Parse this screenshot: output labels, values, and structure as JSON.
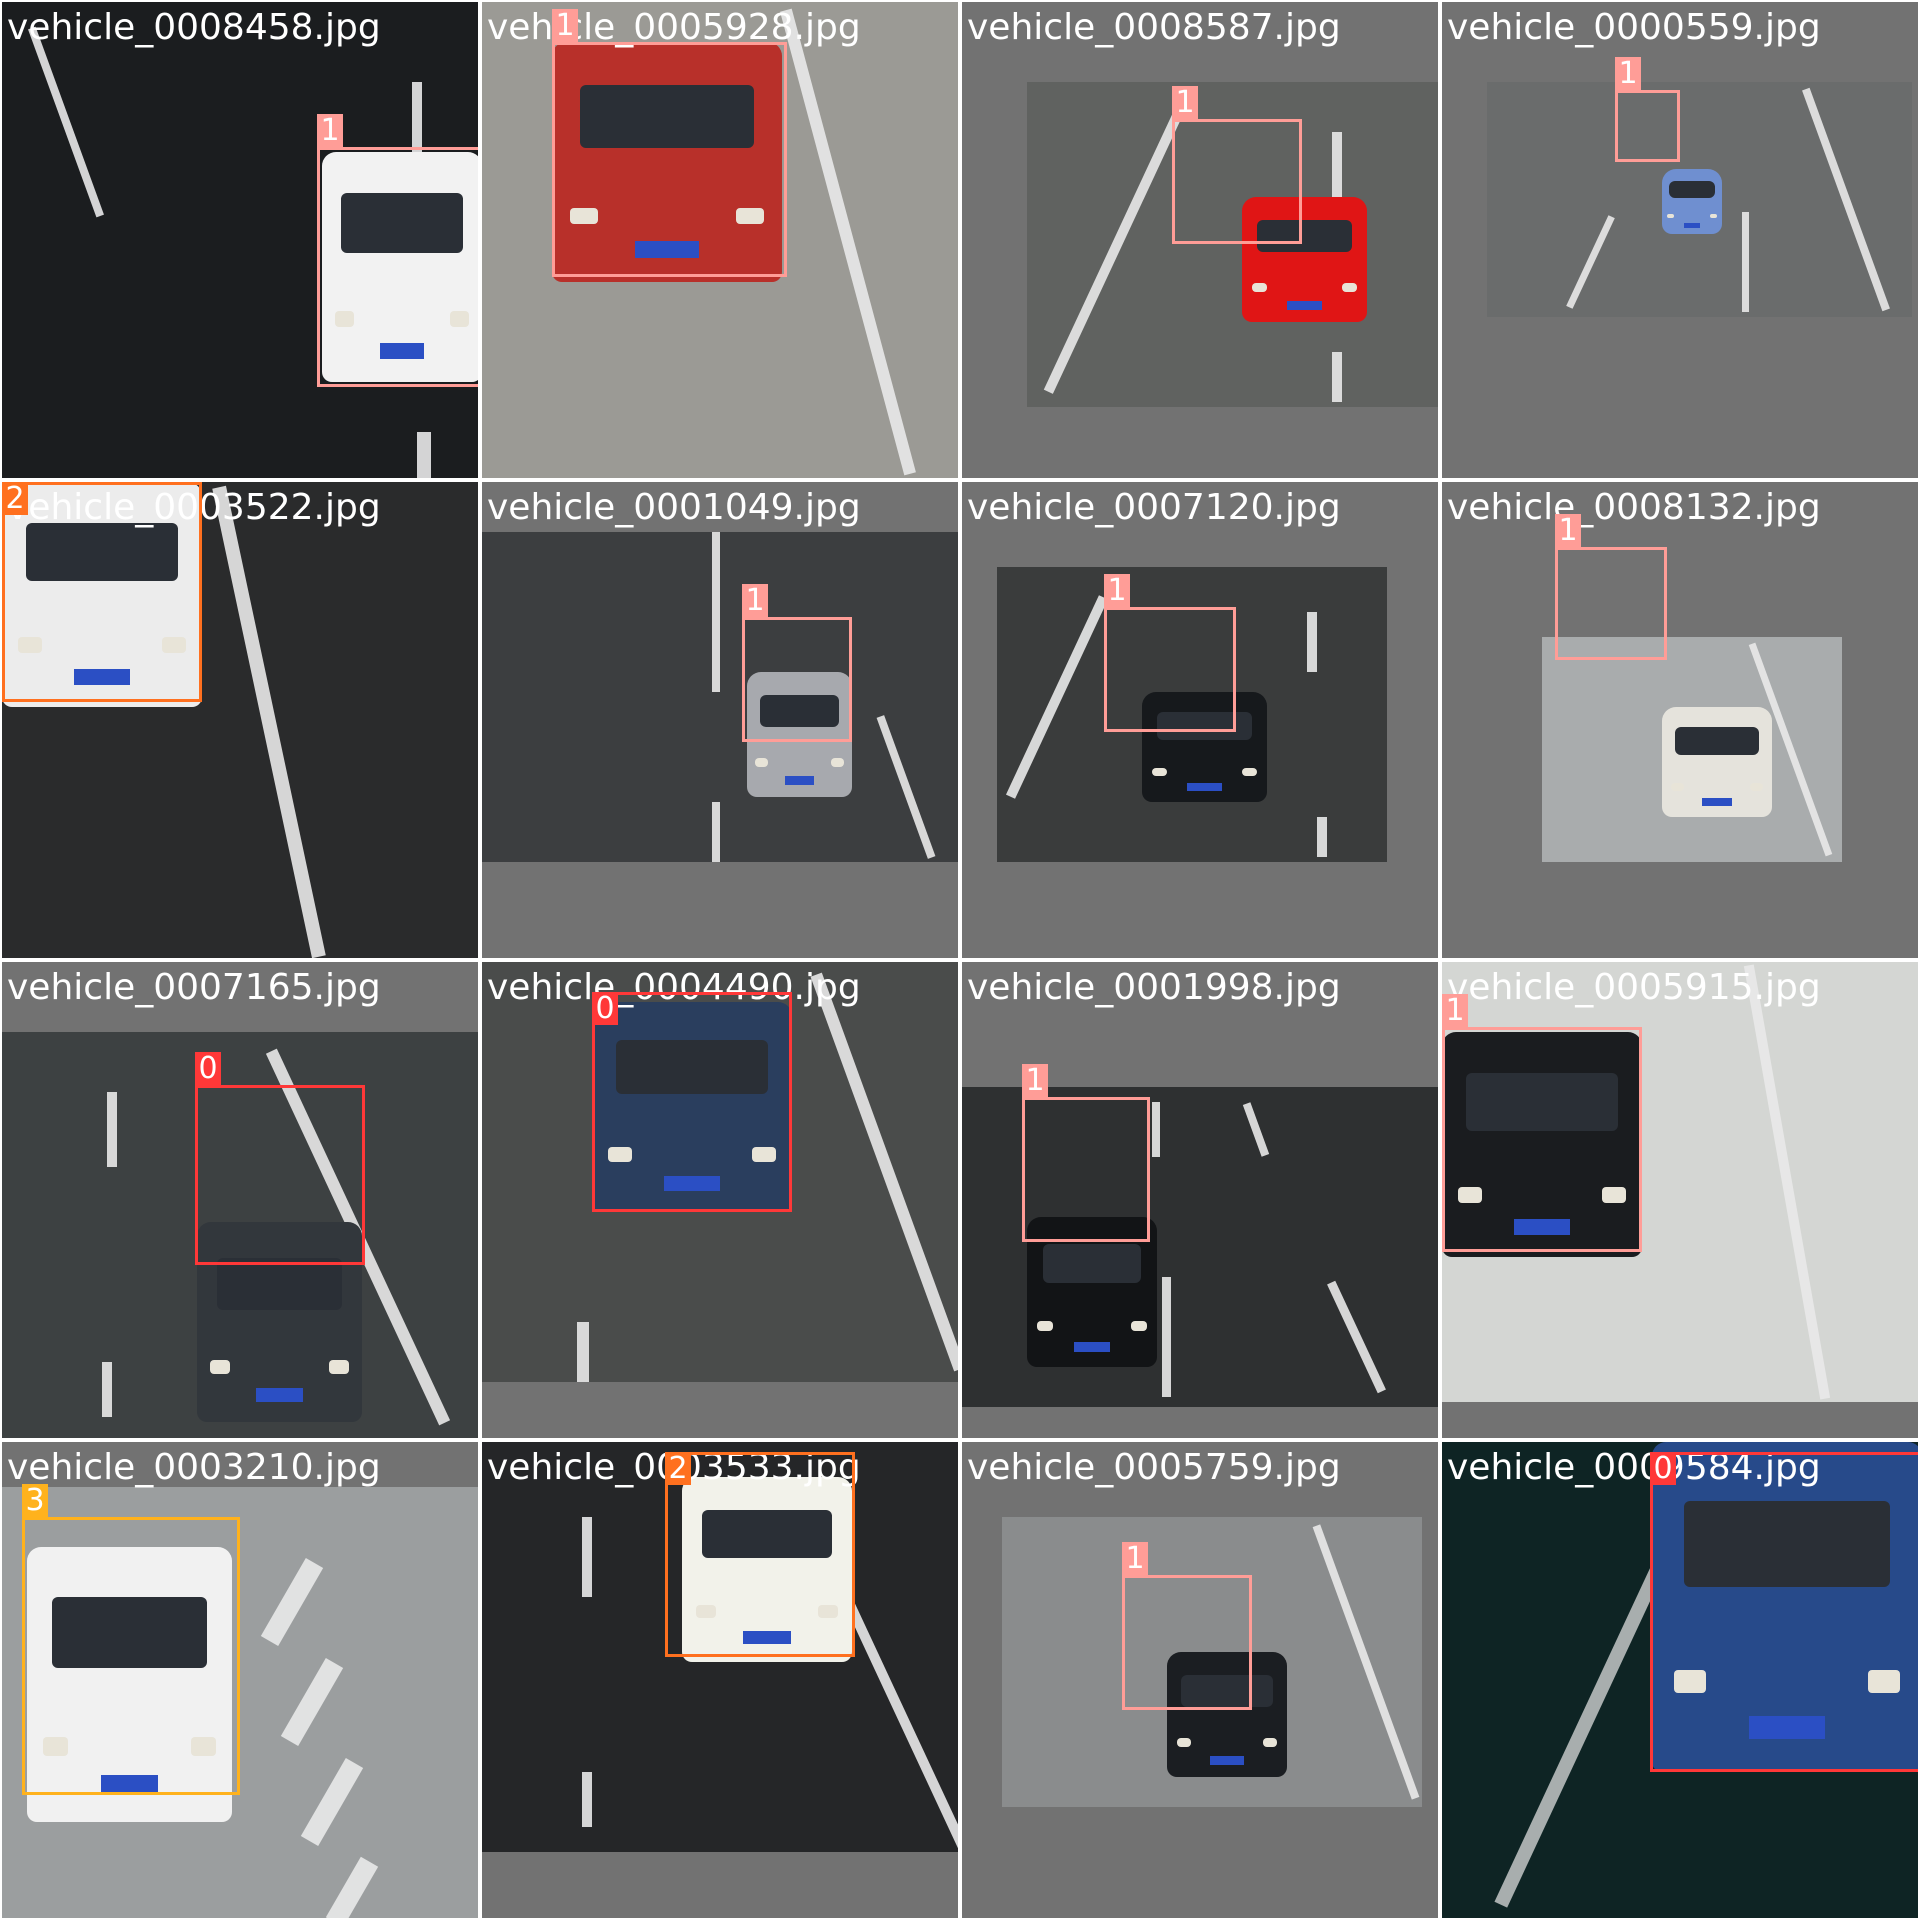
{
  "tiles": [
    {
      "filename": "vehicle_0008458.jpg",
      "detections": [
        {
          "class_label": "1"
        }
      ]
    },
    {
      "filename": "vehicle_0005928.jpg",
      "detections": [
        {
          "class_label": "1"
        }
      ]
    },
    {
      "filename": "vehicle_0008587.jpg",
      "detections": [
        {
          "class_label": "1"
        }
      ]
    },
    {
      "filename": "vehicle_0000559.jpg",
      "detections": [
        {
          "class_label": "1"
        }
      ]
    },
    {
      "filename": "vehicle_0003522.jpg",
      "detections": [
        {
          "class_label": "2"
        }
      ]
    },
    {
      "filename": "vehicle_0001049.jpg",
      "detections": [
        {
          "class_label": "1"
        }
      ]
    },
    {
      "filename": "vehicle_0007120.jpg",
      "detections": [
        {
          "class_label": "1"
        }
      ]
    },
    {
      "filename": "vehicle_0008132.jpg",
      "detections": [
        {
          "class_label": "1"
        }
      ]
    },
    {
      "filename": "vehicle_0007165.jpg",
      "detections": [
        {
          "class_label": "0"
        }
      ]
    },
    {
      "filename": "vehicle_0004490.jpg",
      "detections": [
        {
          "class_label": "0"
        }
      ]
    },
    {
      "filename": "vehicle_0001998.jpg",
      "detections": [
        {
          "class_label": "1"
        }
      ]
    },
    {
      "filename": "vehicle_0005915.jpg",
      "detections": [
        {
          "class_label": "1"
        }
      ]
    },
    {
      "filename": "vehicle_0003210.jpg",
      "detections": [
        {
          "class_label": "3"
        }
      ]
    },
    {
      "filename": "vehicle_0003533.jpg",
      "detections": [
        {
          "class_label": "2"
        }
      ]
    },
    {
      "filename": "vehicle_0005759.jpg",
      "detections": [
        {
          "class_label": "1"
        }
      ]
    },
    {
      "filename": "vehicle_0009584.jpg",
      "detections": [
        {
          "class_label": "0"
        }
      ]
    }
  ],
  "class_colors": {
    "0": "#ff3838",
    "1": "#ff9d97",
    "2": "#ff701f",
    "3": "#ffb21d"
  }
}
